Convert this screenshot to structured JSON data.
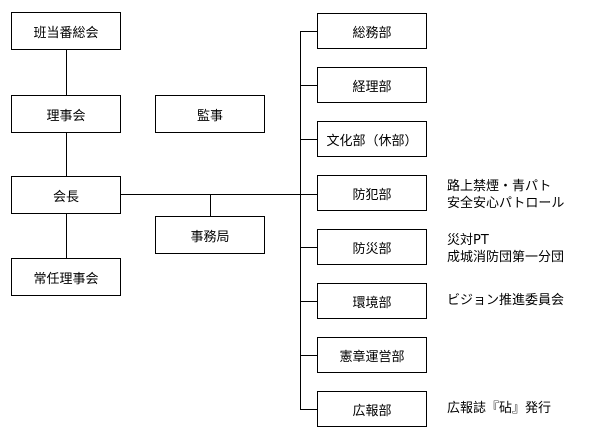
{
  "diagram": {
    "left_column": {
      "hantoban_sokai": "班当番総会",
      "rijikai": "理事会",
      "kaicho": "会長",
      "jonin_rijikai": "常任理事会"
    },
    "middle": {
      "kanji": "監事",
      "jimukyoku": "事務局"
    },
    "departments": {
      "somubu": "総務部",
      "keiribu": "経理部",
      "bunkabu": "文化部（休部）",
      "bohanbu": "防犯部",
      "bosaibu": "防災部",
      "kankyobu": "環境部",
      "kenshobu": "憲章運営部",
      "kohobu": "広報部"
    },
    "notes": {
      "bohan": [
        "路上禁煙・青パト",
        "安全安心パトロール"
      ],
      "bosai": [
        "災対PT",
        "成城消防団第一分団"
      ],
      "kankyo": [
        "ビジョン推進委員会"
      ],
      "koho": [
        "広報誌『砧』発行"
      ]
    }
  }
}
